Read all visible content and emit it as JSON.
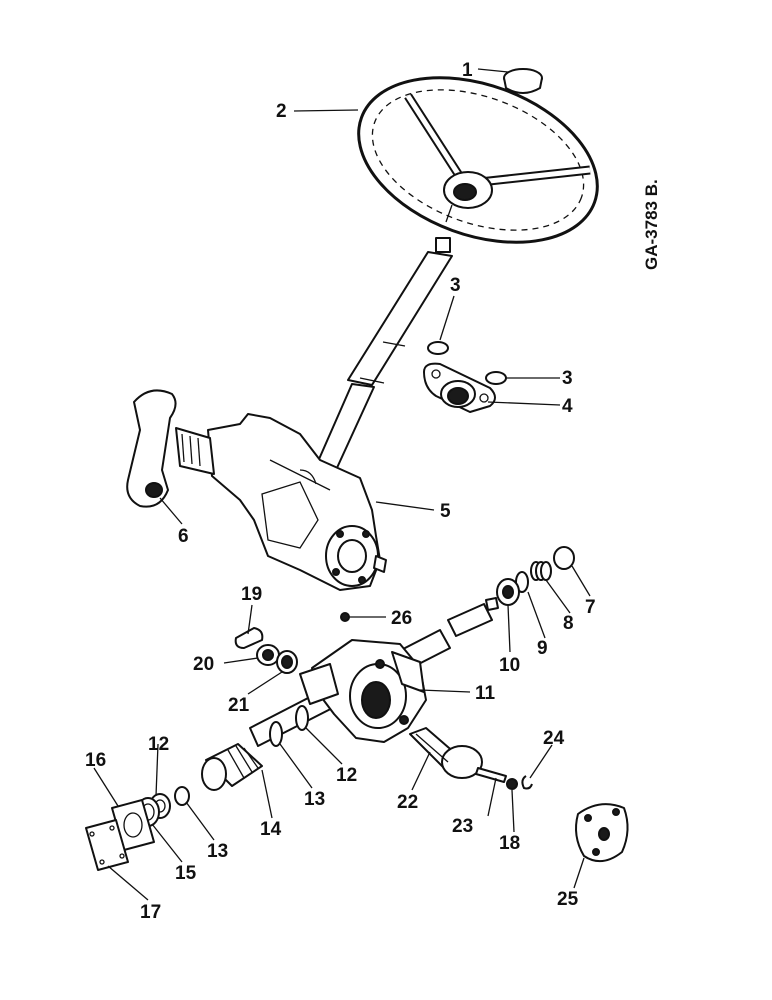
{
  "figure": {
    "drawing_code": "GA-3783 B.",
    "callouts": {
      "c1": "1",
      "c2": "2",
      "c3a": "3",
      "c3b": "3",
      "c4": "4",
      "c5": "5",
      "c6": "6",
      "c7": "7",
      "c8": "8",
      "c9": "9",
      "c10": "10",
      "c11": "11",
      "c12a": "12",
      "c12b": "12",
      "c13a": "13",
      "c13b": "13",
      "c14": "14",
      "c15": "15",
      "c16": "16",
      "c17": "17",
      "c18": "18",
      "c19": "19",
      "c20": "20",
      "c21": "21",
      "c22": "22",
      "c23": "23",
      "c24": "24",
      "c25": "25",
      "c26": "26"
    }
  }
}
